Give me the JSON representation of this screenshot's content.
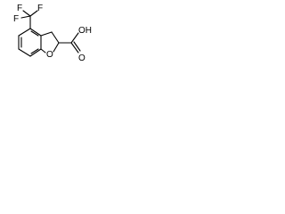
{
  "structure": {
    "atoms": {
      "f_top_left": "F",
      "f_top_right": "F",
      "f_left": "F",
      "ring_oxygen": "O",
      "carboxyl_oh": "OH",
      "carboxyl_o": "O"
    }
  }
}
